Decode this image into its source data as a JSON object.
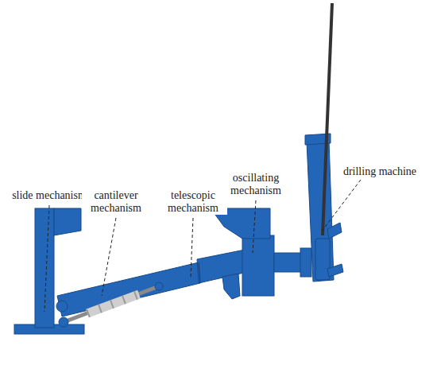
{
  "diagram": {
    "labels": [
      "slide mechanism",
      "cantilever mechanism",
      "telescopic mechanism",
      "oscillating mechanism",
      "drilling machine"
    ]
  }
}
